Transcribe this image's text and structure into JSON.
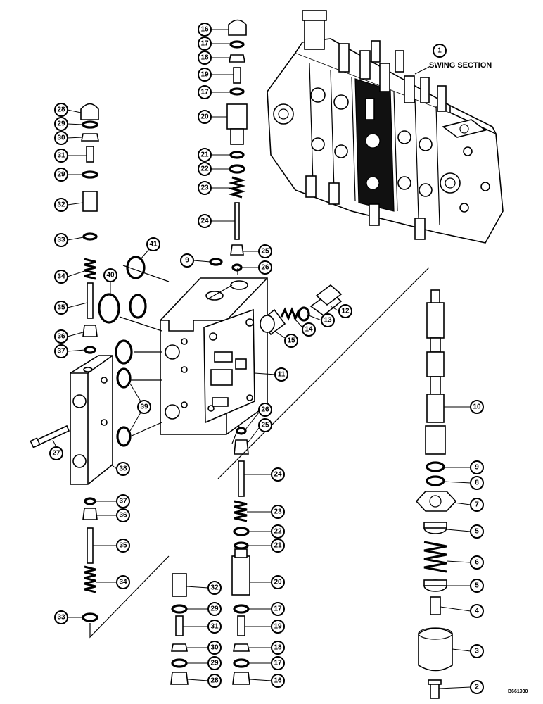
{
  "section_label": "SWING SECTION",
  "reference_number": "B661930",
  "callouts": [
    {
      "id": "c1",
      "num": "1"
    },
    {
      "id": "c16a",
      "num": "16"
    },
    {
      "id": "c17a",
      "num": "17"
    },
    {
      "id": "c18a",
      "num": "18"
    },
    {
      "id": "c19a",
      "num": "19"
    },
    {
      "id": "c17b",
      "num": "17"
    },
    {
      "id": "c20a",
      "num": "20"
    },
    {
      "id": "c21a",
      "num": "21"
    },
    {
      "id": "c22a",
      "num": "22"
    },
    {
      "id": "c23a",
      "num": "23"
    },
    {
      "id": "c24a",
      "num": "24"
    },
    {
      "id": "c25a",
      "num": "25"
    },
    {
      "id": "c26a",
      "num": "26"
    },
    {
      "id": "c9a",
      "num": "9"
    },
    {
      "id": "c41",
      "num": "41"
    },
    {
      "id": "c40",
      "num": "40"
    },
    {
      "id": "c28a",
      "num": "28"
    },
    {
      "id": "c29a",
      "num": "29"
    },
    {
      "id": "c30a",
      "num": "30"
    },
    {
      "id": "c31a",
      "num": "31"
    },
    {
      "id": "c29b",
      "num": "29"
    },
    {
      "id": "c32a",
      "num": "32"
    },
    {
      "id": "c33a",
      "num": "33"
    },
    {
      "id": "c34a",
      "num": "34"
    },
    {
      "id": "c35a",
      "num": "35"
    },
    {
      "id": "c36a",
      "num": "36"
    },
    {
      "id": "c37a",
      "num": "37"
    },
    {
      "id": "c12",
      "num": "12"
    },
    {
      "id": "c13",
      "num": "13"
    },
    {
      "id": "c14",
      "num": "14"
    },
    {
      "id": "c15",
      "num": "15"
    },
    {
      "id": "c11",
      "num": "11"
    },
    {
      "id": "c39",
      "num": "39"
    },
    {
      "id": "c27",
      "num": "27"
    },
    {
      "id": "c38",
      "num": "38"
    },
    {
      "id": "c26b",
      "num": "26"
    },
    {
      "id": "c25b",
      "num": "25"
    },
    {
      "id": "c24b",
      "num": "24"
    },
    {
      "id": "c23b",
      "num": "23"
    },
    {
      "id": "c22b",
      "num": "22"
    },
    {
      "id": "c21b",
      "num": "21"
    },
    {
      "id": "c20b",
      "num": "20"
    },
    {
      "id": "c17c",
      "num": "17"
    },
    {
      "id": "c19b",
      "num": "19"
    },
    {
      "id": "c18b",
      "num": "18"
    },
    {
      "id": "c17d",
      "num": "17"
    },
    {
      "id": "c16b",
      "num": "16"
    },
    {
      "id": "c37b",
      "num": "37"
    },
    {
      "id": "c36b",
      "num": "36"
    },
    {
      "id": "c35b",
      "num": "35"
    },
    {
      "id": "c34b",
      "num": "34"
    },
    {
      "id": "c33b",
      "num": "33"
    },
    {
      "id": "c32b",
      "num": "32"
    },
    {
      "id": "c29c",
      "num": "29"
    },
    {
      "id": "c31b",
      "num": "31"
    },
    {
      "id": "c30b",
      "num": "30"
    },
    {
      "id": "c29d",
      "num": "29"
    },
    {
      "id": "c28b",
      "num": "28"
    },
    {
      "id": "c10",
      "num": "10"
    },
    {
      "id": "c9b",
      "num": "9"
    },
    {
      "id": "c8",
      "num": "8"
    },
    {
      "id": "c7",
      "num": "7"
    },
    {
      "id": "c5a",
      "num": "5"
    },
    {
      "id": "c6",
      "num": "6"
    },
    {
      "id": "c5b",
      "num": "5"
    },
    {
      "id": "c4",
      "num": "4"
    },
    {
      "id": "c3",
      "num": "3"
    },
    {
      "id": "c2",
      "num": "2"
    }
  ]
}
